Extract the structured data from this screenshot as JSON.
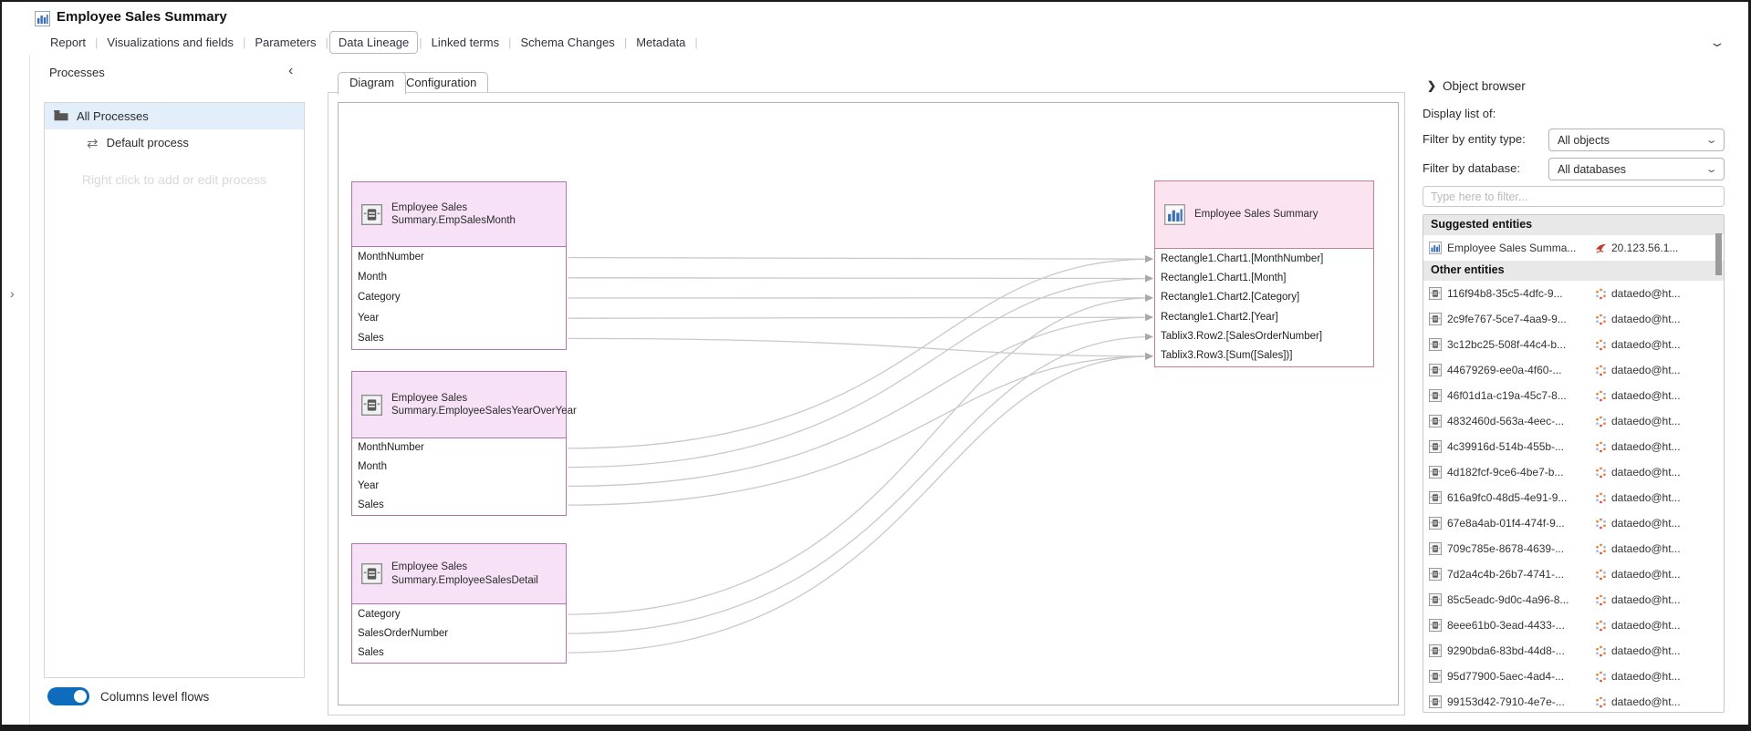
{
  "header": {
    "title": "Employee Sales Summary"
  },
  "main_tabs": {
    "items": [
      {
        "label": "Report",
        "active": false
      },
      {
        "label": "Visualizations and fields",
        "active": false
      },
      {
        "label": "Parameters",
        "active": false
      },
      {
        "label": "Data Lineage",
        "active": true
      },
      {
        "label": "Linked terms",
        "active": false
      },
      {
        "label": "Schema Changes",
        "active": false
      },
      {
        "label": "Metadata",
        "active": false
      }
    ]
  },
  "icons": {
    "collapse_left": "‹",
    "expand_right": "›",
    "chevron_down": "⌄",
    "swap_arrows": "⇄"
  },
  "processes": {
    "title": "Processes",
    "items": [
      {
        "label": "All Processes",
        "selected": true,
        "icon": "folder-icon"
      },
      {
        "label": "Default process",
        "selected": false,
        "icon": "swap-icon"
      }
    ],
    "hint": "Right click to add or edit process",
    "toggle_label": "Columns level flows",
    "toggle_on": true
  },
  "diagram": {
    "tabs": [
      {
        "label": "Diagram",
        "active": true
      },
      {
        "label": "Configuration",
        "active": false
      }
    ],
    "sources": [
      {
        "title": "Employee Sales Summary.EmpSalesMonth",
        "fields": [
          "MonthNumber",
          "Month",
          "Category",
          "Year",
          "Sales"
        ]
      },
      {
        "title": "Employee Sales Summary.EmployeeSalesYearOverYear",
        "fields": [
          "MonthNumber",
          "Month",
          "Year",
          "Sales"
        ]
      },
      {
        "title": "Employee Sales Summary.EmployeeSalesDetail",
        "fields": [
          "Category",
          "SalesOrderNumber",
          "Sales"
        ]
      }
    ],
    "target": {
      "title": "Employee Sales Summary",
      "fields": [
        "Rectangle1.Chart1.[MonthNumber]",
        "Rectangle1.Chart1.[Month]",
        "Rectangle1.Chart2.[Category]",
        "Rectangle1.Chart2.[Year]",
        "Tablix3.Row2.[SalesOrderNumber]",
        "Tablix3.Row3.[Sum([Sales])]"
      ]
    },
    "connections": [
      [
        0,
        0,
        0
      ],
      [
        0,
        1,
        1
      ],
      [
        0,
        2,
        2
      ],
      [
        0,
        3,
        3
      ],
      [
        0,
        4,
        5
      ],
      [
        1,
        0,
        0
      ],
      [
        1,
        1,
        1
      ],
      [
        1,
        2,
        3
      ],
      [
        1,
        3,
        5
      ],
      [
        2,
        0,
        2
      ],
      [
        2,
        1,
        4
      ],
      [
        2,
        2,
        5
      ]
    ]
  },
  "object_browser": {
    "title": "Object browser",
    "display_list_label": "Display list of:",
    "entity_type_label": "Filter by entity type:",
    "entity_type_value": "All objects",
    "database_label": "Filter by database:",
    "database_value": "All databases",
    "search_placeholder": "Type here to filter...",
    "suggested_header": "Suggested entities",
    "suggested": [
      {
        "name": "Employee Sales Summa...",
        "source": "20.123.56.1...",
        "name_icon": "report-icon",
        "source_icon": "ssrs-icon"
      }
    ],
    "other_header": "Other entities",
    "others": [
      {
        "name": "116f94b8-35c5-4dfc-9...",
        "source": "dataedo@ht..."
      },
      {
        "name": "2c9fe767-5ce7-4aa9-9...",
        "source": "dataedo@ht..."
      },
      {
        "name": "3c12bc25-508f-44c4-b...",
        "source": "dataedo@ht..."
      },
      {
        "name": "44679269-ee0a-4f60-...",
        "source": "dataedo@ht..."
      },
      {
        "name": "46f01d1a-c19a-45c7-8...",
        "source": "dataedo@ht..."
      },
      {
        "name": "4832460d-563a-4eec-...",
        "source": "dataedo@ht..."
      },
      {
        "name": "4c39916d-514b-455b-...",
        "source": "dataedo@ht..."
      },
      {
        "name": "4d182fcf-9ce6-4be7-b...",
        "source": "dataedo@ht..."
      },
      {
        "name": "616a9fc0-48d5-4e91-9...",
        "source": "dataedo@ht..."
      },
      {
        "name": "67e8a4ab-01f4-474f-9...",
        "source": "dataedo@ht..."
      },
      {
        "name": "709c785e-8678-4639-...",
        "source": "dataedo@ht..."
      },
      {
        "name": "7d2a4c4b-26b7-4741-...",
        "source": "dataedo@ht..."
      },
      {
        "name": "85c5eadc-9d0c-4a96-8...",
        "source": "dataedo@ht..."
      },
      {
        "name": "8eee61b0-3ead-4433-...",
        "source": "dataedo@ht..."
      },
      {
        "name": "9290bda6-83bd-44d8-...",
        "source": "dataedo@ht..."
      },
      {
        "name": "95d77900-5aec-4ad4-...",
        "source": "dataedo@ht..."
      },
      {
        "name": "99153d42-7910-4e7e-...",
        "source": "dataedo@ht..."
      }
    ]
  },
  "colors": {
    "toggle_on": "#0f6cbd",
    "source_box_border": "#b173b1",
    "source_box_header": "#f7e1f7",
    "target_box_border": "#c47f93",
    "target_box_header": "#fbe3ef",
    "selection_bg": "#e2eefa",
    "wire": "#c9c9c9",
    "arrow": "#a9a9a9"
  }
}
